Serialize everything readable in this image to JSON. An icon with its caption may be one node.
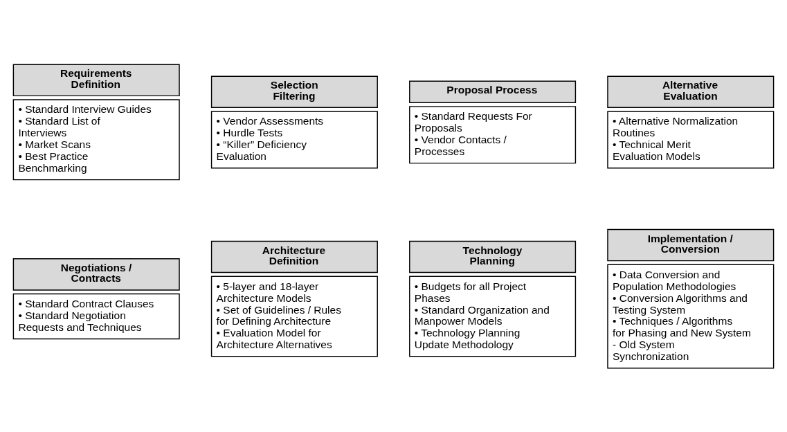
{
  "diagram": {
    "nodes": [
      {
        "text": [
          "Requirements Definition",
          "• Standard Interview Guides",
          "• Standard List of Interviews",
          "• Market Scans",
          "• Best Practice Benchmarking"
        ]
      },
      {
        "text": [
          "Selection Filtering",
          "• Vendor Assessments",
          "• Hurdle Tests",
          "• “Killer” Deficiency Evaluation"
        ]
      },
      {
        "text": [
          "Proposal Process",
          "• Standard Requests For Proposals",
          "• Vendor Contacts / Processes"
        ]
      },
      {
        "text": [
          "Alternative Evaluation",
          "• Alternative Normalization Routines",
          "• Technical Merit Evaluation Models"
        ]
      },
      {
        "text": [
          "Negotiations / Contracts",
          "• Standard Contract Clauses",
          "• Standard Negotiation Requests and Techniques"
        ]
      },
      {
        "text": [
          "Architecture Definition",
          "• 5-layer and 18-layer Architecture Models",
          "• Set of Guidelines / Rules for Defining Architecture",
          "• Evaluation Model for Architecture Alternatives"
        ]
      },
      {
        "text": [
          "Technology Planning",
          "• Budgets for all Project Phases",
          "• Standard Organization and Manpower Models",
          "• Technology Planning Update Methodology"
        ]
      },
      {
        "text": [
          "Implementation / Conversion",
          "• Data Conversion and Population Methodologies",
          "• Conversion Algorithms and Testing System",
          "• Techniques / Algorithms for Phasing and New System - Old System Synchronization"
        ]
      }
    ]
  }
}
